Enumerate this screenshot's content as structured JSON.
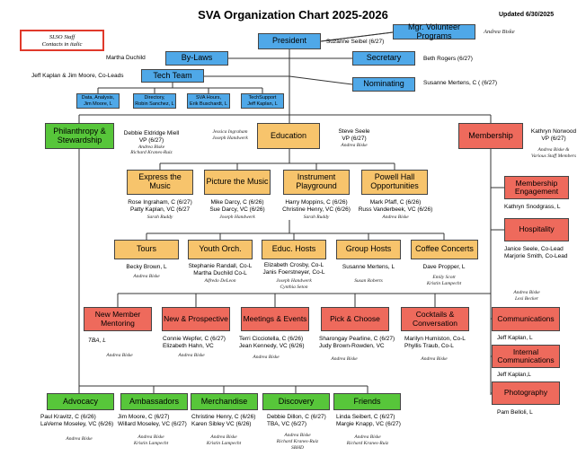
{
  "title": "SVA Organization Chart 2025-2026",
  "updated": "Updated 6/30/2025",
  "legend": {
    "line1": "SLSO Staff",
    "line2": "Contacts in italic",
    "border_color": "#e0392b"
  },
  "colors": {
    "blue": "#4fa8e8",
    "orange": "#f7c46c",
    "red": "#ee6a5c",
    "green": "#57c63a",
    "lines": "#333333"
  },
  "top": {
    "president": {
      "label": "President",
      "person": "Suzanne Seibel (6/27)"
    },
    "mgr_volunteer": {
      "label": "Mgr. Volunteer Programs",
      "contact": "Andrea Biske"
    },
    "bylaws": {
      "label": "By-Laws",
      "person": "Martha Duchild"
    },
    "secretary": {
      "label": "Secretary",
      "person": "Beth Rogers (6/27)"
    },
    "techteam": {
      "label": "Tech Team",
      "person": "Jeff Kaplan & Jim Moore, Co-Leads"
    },
    "nominating": {
      "label": "Nominating",
      "person": "Susanne Mertens, C ( (6/27)"
    },
    "tech_subs": [
      {
        "l1": "Data, Analysis,",
        "l2": "Jim Moore, L"
      },
      {
        "l1": "Directory,",
        "l2": "Robin Sanchez, L"
      },
      {
        "l1": "SVA Hours,",
        "l2": "Erik Buschardt, L"
      },
      {
        "l1": "TechSupport",
        "l2": "Jeff Kaplan, L"
      }
    ]
  },
  "philanthropy": {
    "label": "Philanthropy & Stewardship",
    "p1": "Debbie Eldridge Miell",
    "p2": "VP (6/27)",
    "c1": "Andrea Biske",
    "c2": "Richard Kranes-Ruiz"
  },
  "education": {
    "label": "Education",
    "c1": "Jessica Ingraham",
    "c2": "Joseph Handwerk",
    "p1": "Steve Seele",
    "p2": "VP (6/27)",
    "c3": "Andrea Biske"
  },
  "membership": {
    "label": "Membership",
    "p1": "Kathryn Norwood",
    "p2": "VP (6/27)",
    "c1": "Andrea Biske &",
    "c2": "Various Staff Members"
  },
  "edu_row1": [
    {
      "label": "Express the Music",
      "p1": "Rose Ingraham, C (6/27)",
      "p2": "Patty Kaplan, VC (6/27",
      "c": "Sarah Ruddy"
    },
    {
      "label": "Picture the Music",
      "p1": "Mike Darcy, C (6/26)",
      "p2": "Sue Darcy, VC (6/26)",
      "c": "Joseph Handwerk"
    },
    {
      "label": "Instrument Playground",
      "p1": "Harry Moppins, C (6/26)",
      "p2": "Christine Henry, VC (6/26)",
      "c": "Sarah Ruddy"
    },
    {
      "label": "Powell Hall Opportunities",
      "p1": "Mark Pfaff, C (6/26)",
      "p2": "Russ Vanderbeek, VC (6/26)",
      "c": "Andrea Biske"
    }
  ],
  "edu_row2": [
    {
      "label": "Tours",
      "p1": "Becky Brown, L",
      "p2": "",
      "c1": "Andrea Biske",
      "c2": ""
    },
    {
      "label": "Youth Orch.",
      "p1": "Stephanie Randall, Co-L",
      "p2": "Martha Duchild Co-L",
      "c1": "Alfredo DeLeon",
      "c2": ""
    },
    {
      "label": "Educ. Hosts",
      "p1": "Elizabeth Crosby, Co-L",
      "p2": "Janis Foerstneyer, Co-L",
      "c1": "Joseph Handwerk",
      "c2": "Cynthia Seton"
    },
    {
      "label": "Group Hosts",
      "p1": "Susanne Mertens, L",
      "p2": "",
      "c1": "Susan Roberts",
      "c2": ""
    },
    {
      "label": "Coffee Concerts",
      "p1": "Dave Propper, L",
      "p2": "",
      "c1": "Emily Scott",
      "c2": "Kristin Lampecht"
    }
  ],
  "mem_side": [
    {
      "label": "Membership Engagement",
      "p1": "Kathryn Snodgrass, L",
      "p2": ""
    },
    {
      "label": "Hospitality",
      "p1": "Janice Seele, Co-Lead",
      "p2": "Marjorie Smith, Co-Lead"
    },
    {
      "label": "Communications",
      "p1": "Jeff Kaplan, L",
      "p2": ""
    },
    {
      "label": "Internal Communications",
      "p1": "Jeff Kaplan,L",
      "p2": ""
    },
    {
      "label": "Photography",
      "p1": "Pam Belloli, L",
      "p2": ""
    }
  ],
  "comm_contacts": {
    "c1": "Andrea Biske",
    "c2": "Lexi Becker"
  },
  "red_row": [
    {
      "label": "New Member Mentoring",
      "p1": "TBA, L",
      "p2": "",
      "c": "Andrea Biske"
    },
    {
      "label": "New & Prospective",
      "p1": "Connie Wepfer, C (6/27)",
      "p2": "Elizabeth Hahn, VC",
      "c": "Andrea Biske"
    },
    {
      "label": "Meetings & Events",
      "p1": "Terri Cicciotella, C (6/26)",
      "p2": "Jean Kennedy, VC (6/26)",
      "c": "Andrea Biske"
    },
    {
      "label": "Pick & Choose",
      "p1": "Sharongay Pearline, C (6/27)",
      "p2": "Judy Brown-Rowden, VC",
      "c": "Andrea Biske"
    },
    {
      "label": "Cocktails & Conversation",
      "p1": "Marilyn Humiston, Co-L",
      "p2": "Phyllis Traub, Co-L",
      "c": "Andrea Biske"
    }
  ],
  "green_row": [
    {
      "label": "Advocacy",
      "p1": "Paul Kravitz, C (6/26)",
      "p2": "LaVerne Moseley, VC (6/26)",
      "c1": "Andrea Biske",
      "c2": "",
      "c3": ""
    },
    {
      "label": "Ambassadors",
      "p1": "Jim Moore, C (6/27)",
      "p2": "Willard Moseley, VC (6/27)",
      "c1": "Andrea Biske",
      "c2": "Kristin Lampecht",
      "c3": ""
    },
    {
      "label": "Merchandise",
      "p1": "Christine Henry, C (6/26)",
      "p2": "Karen Sibley VC (6/26)",
      "c1": "Andrea Biske",
      "c2": "Kristin Lampecht",
      "c3": ""
    },
    {
      "label": "Discovery",
      "p1": "Debbie Dillon, C (6/27)",
      "p2": "TBA, VC (6/27)",
      "c1": "Andrea Biske",
      "c2": "Richard Kranes-Ruiz",
      "c3": "SBHD"
    },
    {
      "label": "Friends",
      "p1": "Linda Seibert, C (6/27)",
      "p2": "Margie Knapp, VC (6/27)",
      "c1": "Andrea Biske",
      "c2": "Richard Kranes-Ruiz",
      "c3": ""
    }
  ]
}
